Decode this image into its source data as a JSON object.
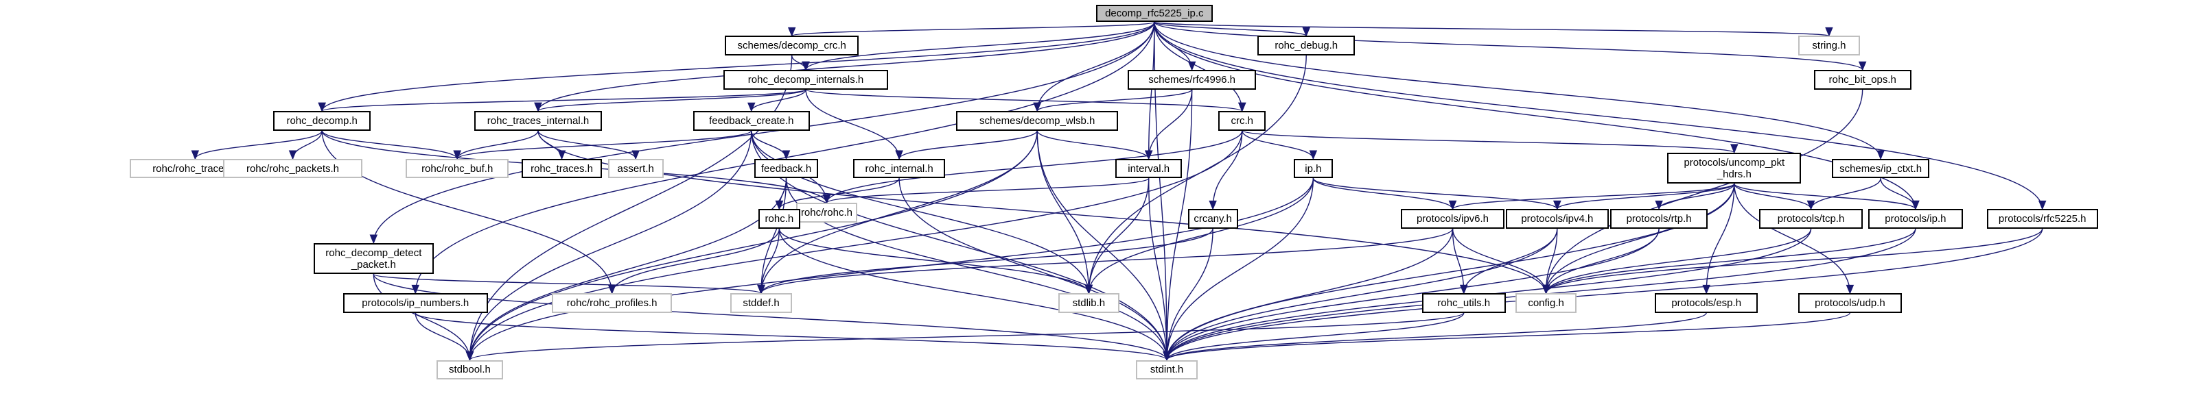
{
  "title": "decomp_rfc5225_ip.c include dependency graph",
  "colors": {
    "edge": "#191970",
    "root_fill": "#bfbfbf",
    "external_border": "#bfbfbf",
    "node_border": "#000000"
  },
  "nodes": [
    {
      "id": "root",
      "label": "decomp_rfc5225_ip.c",
      "kind": "root"
    },
    {
      "id": "decomp_crc",
      "label": "schemes/decomp_crc.h",
      "kind": "local"
    },
    {
      "id": "rohc_debug",
      "label": "rohc_debug.h",
      "kind": "local"
    },
    {
      "id": "string",
      "label": "string.h",
      "kind": "external"
    },
    {
      "id": "decomp_internals",
      "label": "rohc_decomp_internals.h",
      "kind": "local"
    },
    {
      "id": "rfc4996",
      "label": "schemes/rfc4996.h",
      "kind": "local"
    },
    {
      "id": "bit_ops",
      "label": "rohc_bit_ops.h",
      "kind": "local"
    },
    {
      "id": "rohc_decomp",
      "label": "rohc_decomp.h",
      "kind": "local"
    },
    {
      "id": "traces_internal",
      "label": "rohc_traces_internal.h",
      "kind": "local"
    },
    {
      "id": "feedback_create",
      "label": "feedback_create.h",
      "kind": "local"
    },
    {
      "id": "decomp_wlsb",
      "label": "schemes/decomp_wlsb.h",
      "kind": "local"
    },
    {
      "id": "crc",
      "label": "crc.h",
      "kind": "local"
    },
    {
      "id": "uncomp_pkt_hdrs",
      "label": "protocols/uncomp_pkt\n_hdrs.h",
      "kind": "local"
    },
    {
      "id": "ip_ctxt",
      "label": "schemes/ip_ctxt.h",
      "kind": "local"
    },
    {
      "id": "rohc_traces_ext",
      "label": "rohc/rohc_traces.h",
      "kind": "external"
    },
    {
      "id": "rohc_packets",
      "label": "rohc/rohc_packets.h",
      "kind": "external"
    },
    {
      "id": "rohc_buf",
      "label": "rohc/rohc_buf.h",
      "kind": "external"
    },
    {
      "id": "rohc_traces",
      "label": "rohc_traces.h",
      "kind": "local"
    },
    {
      "id": "assert",
      "label": "assert.h",
      "kind": "external"
    },
    {
      "id": "feedback",
      "label": "feedback.h",
      "kind": "local"
    },
    {
      "id": "rohc_internal",
      "label": "rohc_internal.h",
      "kind": "local"
    },
    {
      "id": "interval",
      "label": "interval.h",
      "kind": "local"
    },
    {
      "id": "ip",
      "label": "ip.h",
      "kind": "local"
    },
    {
      "id": "rohc_rohc",
      "label": "rohc/rohc.h",
      "kind": "external"
    },
    {
      "id": "rohc_h",
      "label": "rohc.h",
      "kind": "local"
    },
    {
      "id": "crcany",
      "label": "crcany.h",
      "kind": "local"
    },
    {
      "id": "ipv6",
      "label": "protocols/ipv6.h",
      "kind": "local"
    },
    {
      "id": "ipv4",
      "label": "protocols/ipv4.h",
      "kind": "local"
    },
    {
      "id": "rtp",
      "label": "protocols/rtp.h",
      "kind": "local"
    },
    {
      "id": "tcp",
      "label": "protocols/tcp.h",
      "kind": "local"
    },
    {
      "id": "proto_ip",
      "label": "protocols/ip.h",
      "kind": "local"
    },
    {
      "id": "rfc5225",
      "label": "protocols/rfc5225.h",
      "kind": "local"
    },
    {
      "id": "detect_packet",
      "label": "rohc_decomp_detect\n_packet.h",
      "kind": "local"
    },
    {
      "id": "ip_numbers",
      "label": "protocols/ip_numbers.h",
      "kind": "local"
    },
    {
      "id": "rohc_profiles",
      "label": "rohc/rohc_profiles.h",
      "kind": "external"
    },
    {
      "id": "stddef",
      "label": "stddef.h",
      "kind": "external"
    },
    {
      "id": "stdlib",
      "label": "stdlib.h",
      "kind": "external"
    },
    {
      "id": "config",
      "label": "config.h",
      "kind": "external"
    },
    {
      "id": "rohc_utils",
      "label": "rohc_utils.h",
      "kind": "local"
    },
    {
      "id": "esp",
      "label": "protocols/esp.h",
      "kind": "local"
    },
    {
      "id": "udp",
      "label": "protocols/udp.h",
      "kind": "local"
    },
    {
      "id": "stdbool",
      "label": "stdbool.h",
      "kind": "external"
    },
    {
      "id": "stdint",
      "label": "stdint.h",
      "kind": "external"
    }
  ],
  "edges": [
    [
      "root",
      "decomp_crc"
    ],
    [
      "root",
      "rohc_debug"
    ],
    [
      "root",
      "string"
    ],
    [
      "root",
      "decomp_internals"
    ],
    [
      "root",
      "rfc4996"
    ],
    [
      "root",
      "bit_ops"
    ],
    [
      "root",
      "rohc_decomp"
    ],
    [
      "root",
      "traces_internal"
    ],
    [
      "root",
      "decomp_wlsb"
    ],
    [
      "root",
      "crc"
    ],
    [
      "root",
      "interval"
    ],
    [
      "root",
      "ip_ctxt"
    ],
    [
      "root",
      "proto_ip"
    ],
    [
      "root",
      "rfc5225"
    ],
    [
      "root",
      "detect_packet"
    ],
    [
      "root",
      "ip_numbers"
    ],
    [
      "root",
      "stdint"
    ],
    [
      "decomp_crc",
      "decomp_internals"
    ],
    [
      "decomp_crc",
      "stdbool"
    ],
    [
      "rohc_debug",
      "stdlib"
    ],
    [
      "decomp_internals",
      "rohc_decomp"
    ],
    [
      "decomp_internals",
      "traces_internal"
    ],
    [
      "decomp_internals",
      "feedback_create"
    ],
    [
      "decomp_internals",
      "rohc_internal"
    ],
    [
      "decomp_internals",
      "crc"
    ],
    [
      "rfc4996",
      "decomp_wlsb"
    ],
    [
      "rfc4996",
      "interval"
    ],
    [
      "rfc4996",
      "stdint"
    ],
    [
      "bit_ops",
      "config"
    ],
    [
      "rohc_decomp",
      "rohc_traces_ext"
    ],
    [
      "rohc_decomp",
      "rohc_packets"
    ],
    [
      "rohc_decomp",
      "rohc_buf"
    ],
    [
      "rohc_decomp",
      "rohc_rohc"
    ],
    [
      "rohc_decomp",
      "rohc_profiles"
    ],
    [
      "traces_internal",
      "rohc_buf"
    ],
    [
      "traces_internal",
      "rohc_traces"
    ],
    [
      "traces_internal",
      "assert"
    ],
    [
      "traces_internal",
      "config"
    ],
    [
      "feedback_create",
      "rohc_buf"
    ],
    [
      "feedback_create",
      "feedback"
    ],
    [
      "feedback_create",
      "rohc_rohc"
    ],
    [
      "feedback_create",
      "stdbool"
    ],
    [
      "feedback_create",
      "stdint"
    ],
    [
      "feedback_create",
      "stdlib"
    ],
    [
      "decomp_wlsb",
      "rohc_internal"
    ],
    [
      "decomp_wlsb",
      "interval"
    ],
    [
      "decomp_wlsb",
      "stddef"
    ],
    [
      "decomp_wlsb",
      "stdlib"
    ],
    [
      "decomp_wlsb",
      "stdint"
    ],
    [
      "decomp_wlsb",
      "stdbool"
    ],
    [
      "crc",
      "uncomp_pkt_hdrs"
    ],
    [
      "crc",
      "ip"
    ],
    [
      "crc",
      "crcany"
    ],
    [
      "crc",
      "rohc_rohc"
    ],
    [
      "crc",
      "stdbool"
    ],
    [
      "uncomp_pkt_hdrs",
      "ipv6"
    ],
    [
      "uncomp_pkt_hdrs",
      "ipv4"
    ],
    [
      "uncomp_pkt_hdrs",
      "rtp"
    ],
    [
      "uncomp_pkt_hdrs",
      "tcp"
    ],
    [
      "uncomp_pkt_hdrs",
      "proto_ip"
    ],
    [
      "uncomp_pkt_hdrs",
      "esp"
    ],
    [
      "uncomp_pkt_hdrs",
      "udp"
    ],
    [
      "uncomp_pkt_hdrs",
      "config"
    ],
    [
      "uncomp_pkt_hdrs",
      "stdint"
    ],
    [
      "ip_ctxt",
      "tcp"
    ],
    [
      "ip_ctxt",
      "proto_ip"
    ],
    [
      "feedback",
      "rohc_h"
    ],
    [
      "feedback",
      "stdbool"
    ],
    [
      "feedback",
      "stdint"
    ],
    [
      "feedback",
      "stddef"
    ],
    [
      "rohc_internal",
      "rohc_h"
    ],
    [
      "rohc_internal",
      "stdint"
    ],
    [
      "interval",
      "rohc_rohc"
    ],
    [
      "interval",
      "stdlib"
    ],
    [
      "interval",
      "stdint"
    ],
    [
      "ip",
      "ipv6"
    ],
    [
      "ip",
      "ipv4"
    ],
    [
      "ip",
      "stdlib"
    ],
    [
      "ip",
      "stdint"
    ],
    [
      "ip",
      "stdbool"
    ],
    [
      "rohc_h",
      "rohc_profiles"
    ],
    [
      "rohc_h",
      "stddef"
    ],
    [
      "rohc_h",
      "stdlib"
    ],
    [
      "rohc_h",
      "stdint"
    ],
    [
      "crcany",
      "stddef"
    ],
    [
      "crcany",
      "stdint"
    ],
    [
      "ipv6",
      "rohc_utils"
    ],
    [
      "ipv6",
      "config"
    ],
    [
      "ipv6",
      "stdint"
    ],
    [
      "ipv6",
      "stddef"
    ],
    [
      "ipv4",
      "rohc_utils"
    ],
    [
      "ipv4",
      "config"
    ],
    [
      "ipv4",
      "stdint"
    ],
    [
      "rtp",
      "config"
    ],
    [
      "rtp",
      "stdint"
    ],
    [
      "tcp",
      "config"
    ],
    [
      "tcp",
      "stdint"
    ],
    [
      "proto_ip",
      "config"
    ],
    [
      "proto_ip",
      "stdint"
    ],
    [
      "rfc5225",
      "config"
    ],
    [
      "rfc5225",
      "stdint"
    ],
    [
      "detect_packet",
      "stdbool"
    ],
    [
      "detect_packet",
      "stddef"
    ],
    [
      "detect_packet",
      "stdint"
    ],
    [
      "ip_numbers",
      "stdbool"
    ],
    [
      "ip_numbers",
      "stdint"
    ],
    [
      "rohc_utils",
      "stdbool"
    ],
    [
      "rohc_utils",
      "stdint"
    ],
    [
      "esp",
      "stdint"
    ],
    [
      "udp",
      "stdint"
    ]
  ]
}
